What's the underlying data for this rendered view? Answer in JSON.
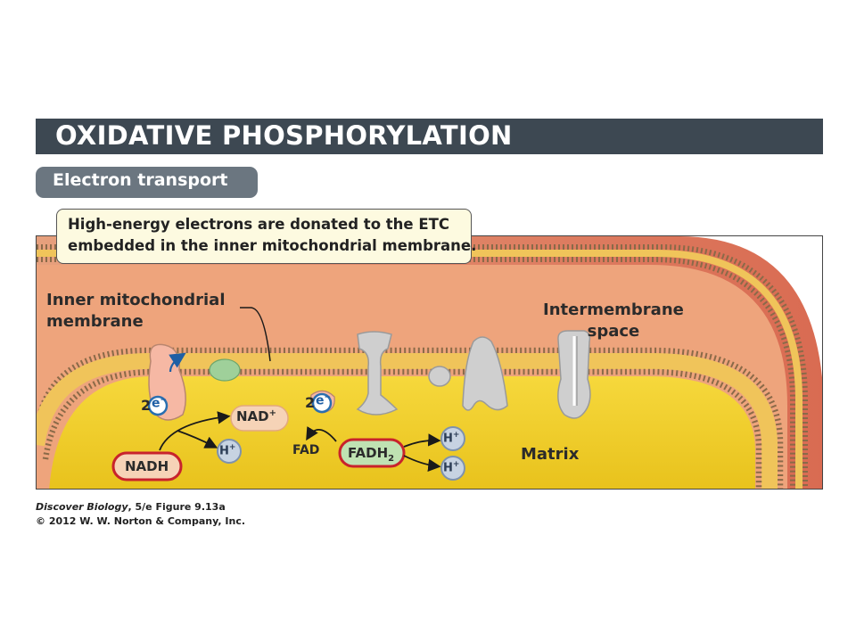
{
  "header": {
    "title": "OXIDATIVE PHOSPHORYLATION",
    "subtitle": "Electron transport"
  },
  "callout": {
    "line1": "High-energy electrons are donated to the ETC",
    "line2": "embedded in the inner mitochondrial membrane."
  },
  "labels": {
    "inner_membrane_line1": "Inner mitochondrial",
    "inner_membrane_line2": "membrane",
    "intermembrane_line1": "Intermembrane",
    "intermembrane_line2": "space",
    "matrix": "Matrix",
    "electron_count_1": "2",
    "electron_count_2": "2",
    "electron": "e",
    "electron_charge": "−",
    "nadh": "NADH",
    "nad": "NAD",
    "nad_charge": "+",
    "fad": "FAD",
    "fadh": "FADH",
    "fadh_sub": "2",
    "proton": "H",
    "proton_charge": "+"
  },
  "caption": {
    "book": "Discover Biology",
    "edition_figure": ", 5/e  Figure 9.13a",
    "copyright": "© 2012 W. W. Norton & Company, Inc."
  },
  "colors": {
    "title_bar": "#3d4852",
    "subtitle_pill": "#6b7680",
    "outer_membrane": "#e07a5c",
    "intermembrane": "#eca27a",
    "membrane_core": "#f0c45a",
    "matrix": "#f3d23c",
    "nadh_border": "#c8232c",
    "fadh_border": "#c8232c",
    "electron_carrier": "#2a6fb0"
  }
}
